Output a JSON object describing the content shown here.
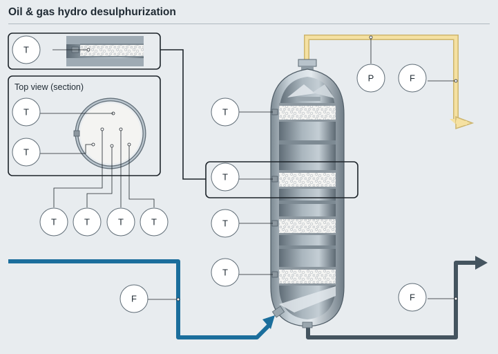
{
  "title": "Oil & gas hydro desulphurization",
  "inset": {
    "top_view_label": "Top view (section)"
  },
  "instruments": {
    "t_detail": "T",
    "t_topview_center": "T",
    "t_topview_wall": "T",
    "t_bottom_1": "T",
    "t_bottom_2": "T",
    "t_bottom_3": "T",
    "t_bottom_4": "T",
    "t_reactor_bed_1": "T",
    "t_reactor_bed_2": "T",
    "t_reactor_bed_3": "T",
    "t_reactor_bed_4": "T",
    "p_outlet": "P",
    "f_outlet": "F",
    "f_inlet": "F",
    "f_bottom_outlet": "F"
  },
  "colors": {
    "background": "#e8ecef",
    "feed_line": "#1b6e9c",
    "product_line": "#f3dc98",
    "bottom_line": "#44545f",
    "vessel_steel": "#aebac3",
    "catalyst_bed": "#f3f3f1",
    "frame_line": "#1c2329"
  }
}
